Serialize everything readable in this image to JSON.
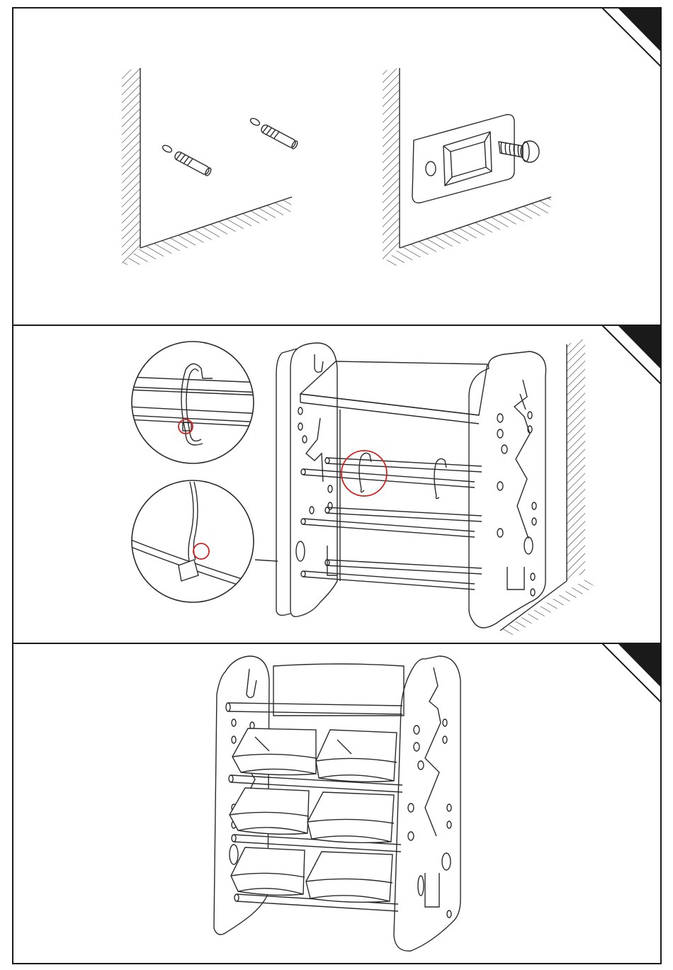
{
  "document": {
    "type": "assembly-instructions",
    "colors": {
      "line": "#2a2a2a",
      "frame": "#1a1a1a",
      "highlight": "#d42020",
      "corner_tab": "#1a1a1a",
      "paper": "#ffffff"
    },
    "panels": [
      {
        "id": "step-wall-anchor",
        "step_number": "",
        "icons": [
          "wall-hatch-icon",
          "wall-plug-icon",
          "wall-bracket-icon",
          "screw-icon"
        ]
      },
      {
        "id": "step-cable-tie",
        "step_number": "",
        "icons": [
          "zoom-circle-icon",
          "cable-tie-icon",
          "shelf-frame-icon",
          "wall-hatch-icon"
        ]
      },
      {
        "id": "step-finished",
        "step_number": "",
        "icons": [
          "shelf-frame-icon",
          "storage-bin-icon"
        ]
      }
    ]
  }
}
